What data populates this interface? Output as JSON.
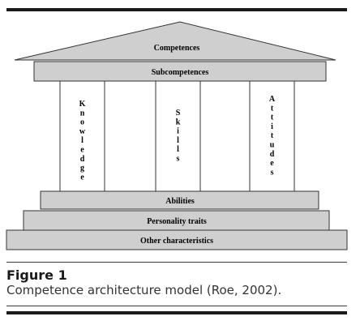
{
  "diagram": {
    "roof_label": "Competences",
    "beam_label": "Subcompetences",
    "pillars": [
      {
        "label": "Knowledge"
      },
      {
        "label": "Skills"
      },
      {
        "label": "Attitudes"
      }
    ],
    "steps": [
      {
        "label": "Abilities"
      },
      {
        "label": "Personality traits"
      },
      {
        "label": "Other characteristics"
      }
    ],
    "colors": {
      "fill": "#cfcfcf",
      "stroke": "#333333",
      "pillar_fill": "#ffffff"
    }
  },
  "caption": {
    "figure_label": "Figure 1",
    "text": "Competence architecture model (Roe, 2002)."
  }
}
